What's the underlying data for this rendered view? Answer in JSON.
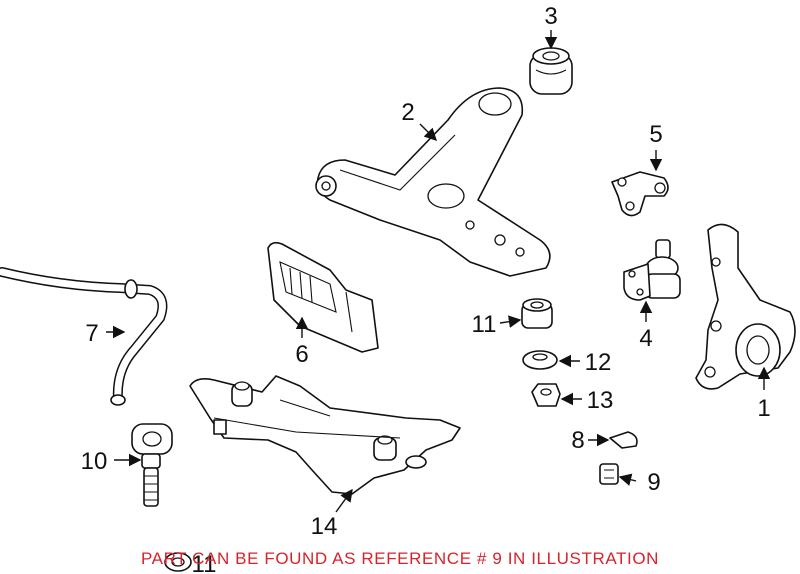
{
  "diagram": {
    "callouts": [
      "1",
      "2",
      "3",
      "4",
      "5",
      "6",
      "7",
      "8",
      "9",
      "10",
      "11",
      "11",
      "12",
      "13",
      "14"
    ],
    "footer_note": "PART CAN BE FOUND AS REFERENCE # 9 IN ILLUSTRATION",
    "colors": {
      "line": "#111111",
      "note": "#d8232a",
      "background": "#ffffff"
    }
  }
}
